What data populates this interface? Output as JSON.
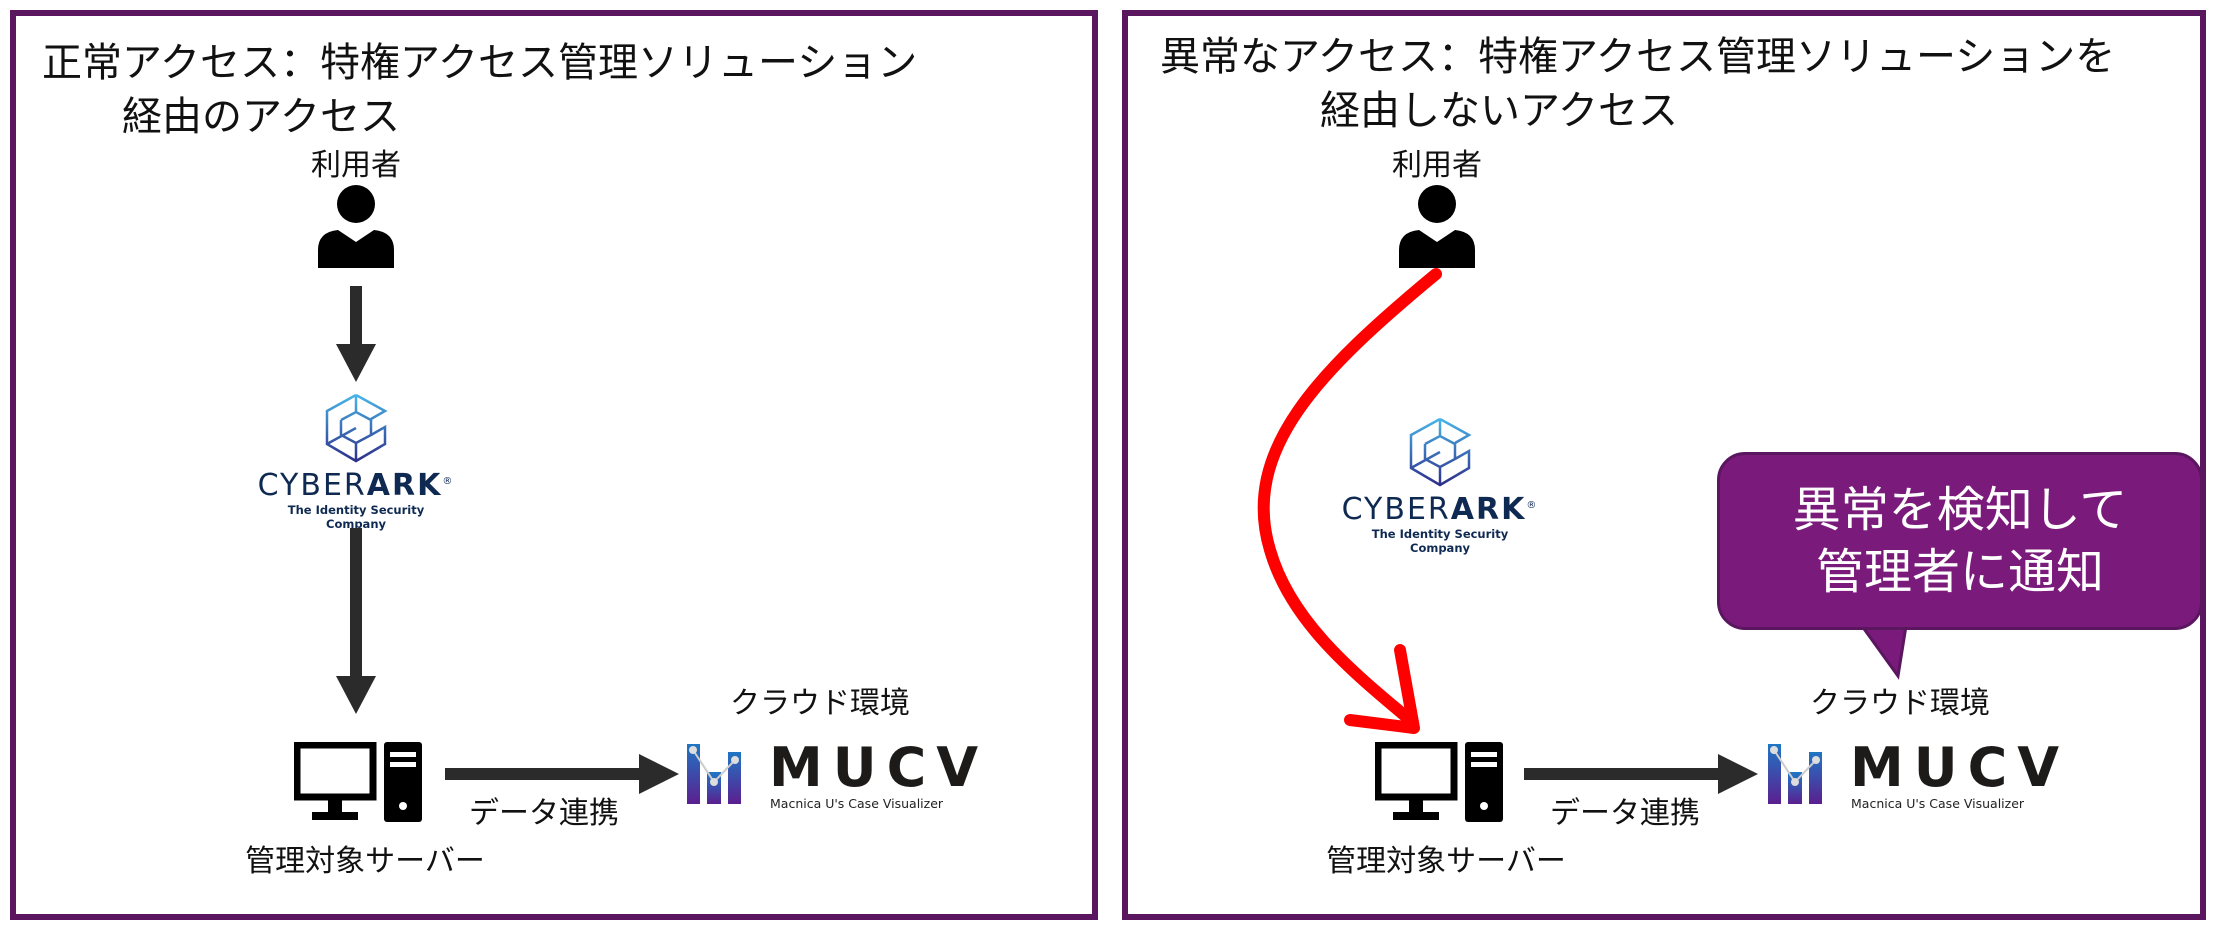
{
  "left": {
    "title": "正常アクセス：特権アクセス管理ソリューション\n　　経由のアクセス",
    "user_label": "利用者",
    "server_label": "管理対象サーバー",
    "data_link_label": "データ連携",
    "cloud_label": "クラウド環境"
  },
  "right": {
    "title": "異常なアクセス：特権アクセス管理ソリューションを\n　　　　経由しないアクセス",
    "user_label": "利用者",
    "server_label": "管理対象サーバー",
    "data_link_label": "データ連携",
    "cloud_label": "クラウド環境",
    "callout": "異常を検知して\n管理者に通知"
  },
  "cyberark": {
    "name_light": "CYBER",
    "name_bold": "ARK",
    "reg": "®",
    "tagline": "The Identity Security Company"
  },
  "mucv": {
    "name": "MUCV",
    "tagline": "Macnica U's Case Visualizer"
  },
  "colors": {
    "border": "#5b1660",
    "callout": "#7a1a7b",
    "alert_arrow": "#ff0000",
    "arrow": "#2b2b2b"
  }
}
